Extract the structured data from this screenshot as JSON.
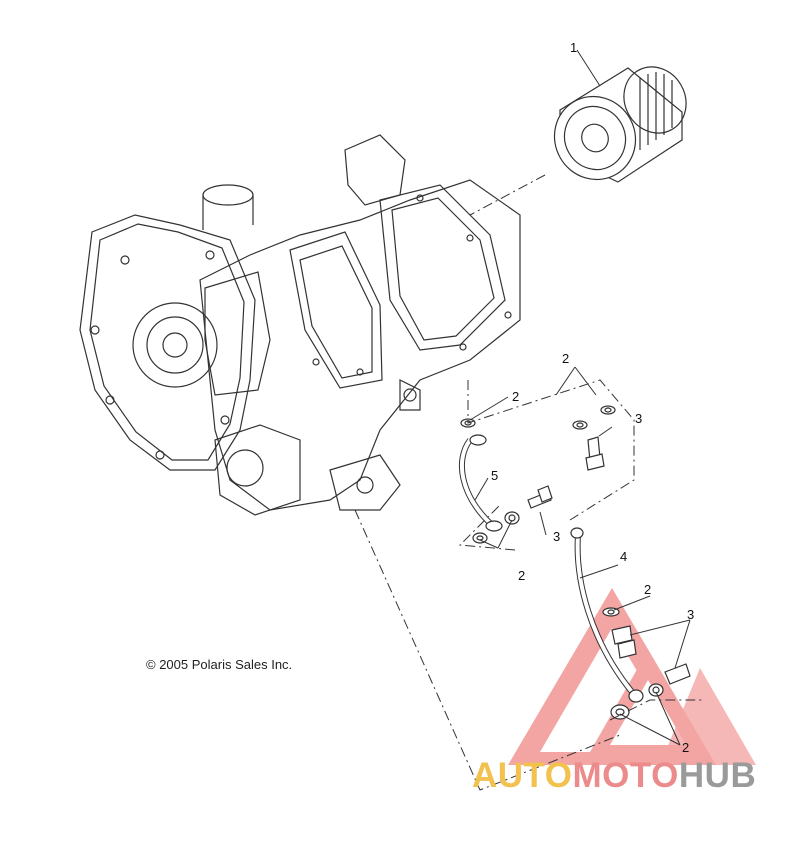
{
  "copyright": "© 2005 Polaris Sales Inc.",
  "callouts": {
    "filter": "1",
    "washer_upper_a": "2",
    "washer_upper_b": "2",
    "washer_lower_left": "2",
    "washer_right_mid": "2",
    "washer_right_low": "2",
    "bolt_upper": "3",
    "bolt_mid": "3",
    "bolt_right": "3",
    "line_long": "4",
    "line_short": "5"
  },
  "watermark": {
    "part1": "AUTO",
    "part2": "MOTO",
    "part3": "HUB"
  },
  "colors": {
    "line": "#333333",
    "watermark_red": "#e53935",
    "watermark_gold": "#f2c14e",
    "watermark_grey": "#9a9a9a"
  }
}
